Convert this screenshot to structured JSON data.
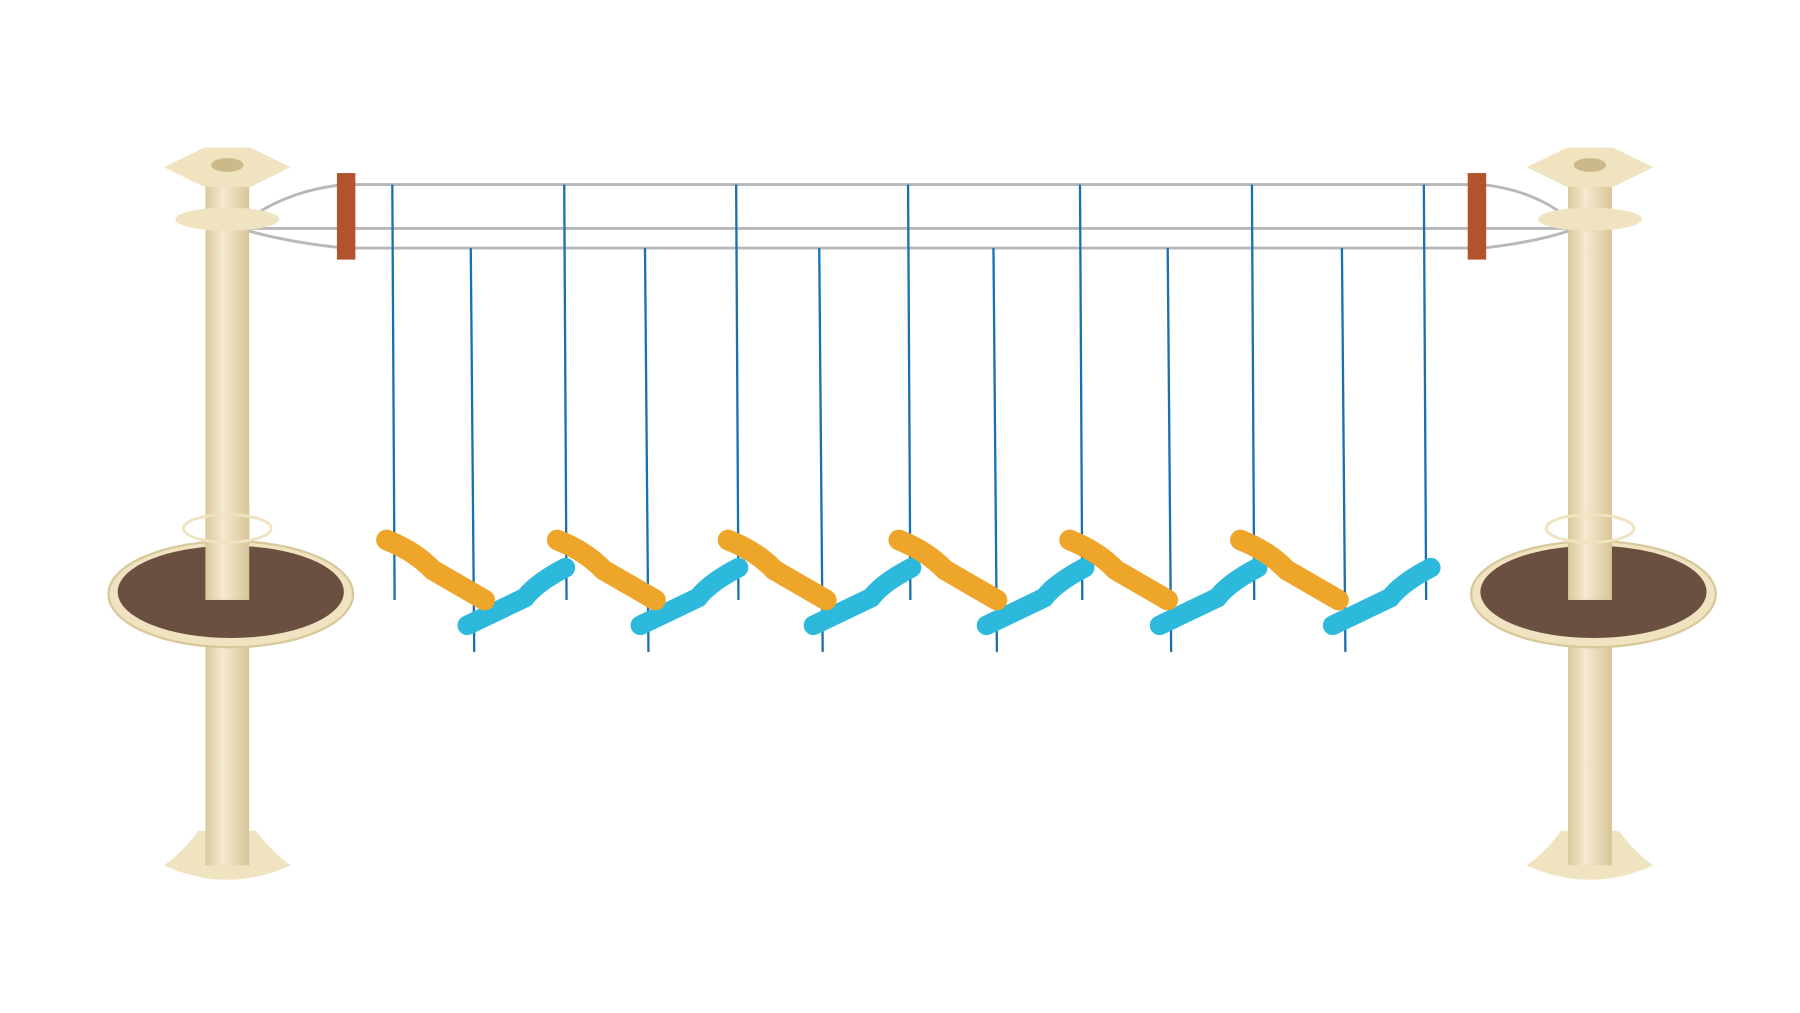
{
  "scene": {
    "subject": "rope-course-swinging-log-bridge",
    "colors": {
      "pole": "#efe3c0",
      "pole_shade": "#d9c99c",
      "platform_top": "#6b5042",
      "platform_rim": "#efe3c0",
      "cable": "#b8b8b8",
      "rope": "#1a6fb0",
      "orange_log": "#eda62a",
      "blue_log": "#2cb9dc",
      "wood_block": "#b3532c"
    },
    "counts": {
      "orange_logs": 6,
      "blue_logs": 6,
      "upper_ropes": 7,
      "lower_ropes": 6
    }
  }
}
